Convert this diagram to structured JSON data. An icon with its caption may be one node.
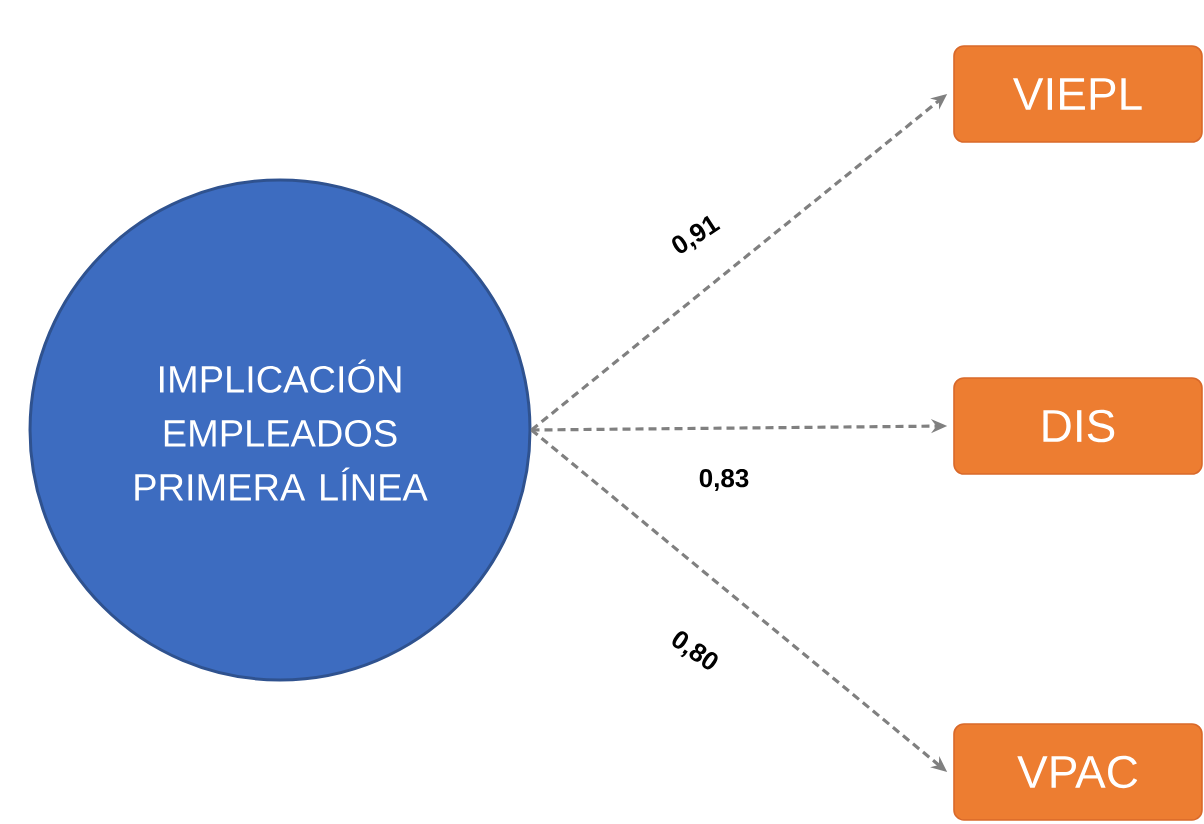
{
  "diagram": {
    "nodes": [
      {
        "text": [
          "IMPLICACIÓN EMPLEADOS PRIMERA LÍNEA"
        ]
      },
      {
        "text": [
          "VIEPL"
        ]
      },
      {
        "text": [
          "DIS"
        ]
      },
      {
        "text": [
          "VPAC"
        ]
      }
    ],
    "edges": [
      {
        "from": 0,
        "to": 1,
        "arrow": "to",
        "label": "0,91",
        "style": "dashed"
      },
      {
        "from": 0,
        "to": 2,
        "arrow": "to",
        "label": "0,83",
        "style": "dashed"
      },
      {
        "from": 0,
        "to": 3,
        "arrow": "to",
        "label": "0,80",
        "style": "dashed"
      }
    ]
  }
}
